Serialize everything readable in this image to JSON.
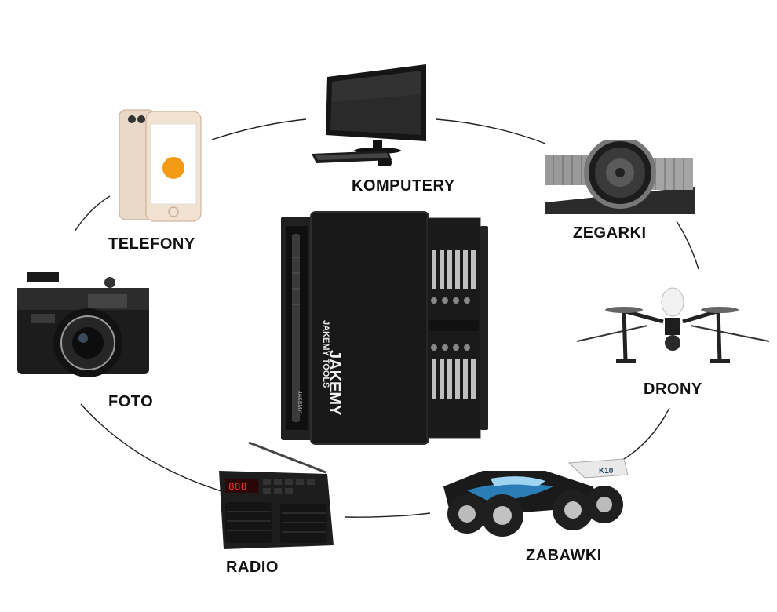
{
  "center": {
    "name": "JAKEMY screwdriver kit",
    "brand_main": "JAKEMY",
    "brand_vertical": "JAKEMY TOOLS",
    "driver_text": "JAKEMY"
  },
  "categories": [
    {
      "key": "komputery",
      "label": "KOMPUTERY",
      "icon": "desktop-computer-icon"
    },
    {
      "key": "zegarki",
      "label": "ZEGARKI",
      "icon": "wristwatch-icon"
    },
    {
      "key": "drony",
      "label": "DRONY",
      "icon": "drone-icon"
    },
    {
      "key": "zabawki",
      "label": "ZABAWKI",
      "icon": "rc-car-icon"
    },
    {
      "key": "radio",
      "label": "RADIO",
      "icon": "radio-icon"
    },
    {
      "key": "foto",
      "label": "FOTO",
      "icon": "camera-icon"
    },
    {
      "key": "telefony",
      "label": "TELEFONY",
      "icon": "smartphone-icon"
    }
  ],
  "product_marks": {
    "car_number": "K10",
    "radio_display": "888"
  }
}
